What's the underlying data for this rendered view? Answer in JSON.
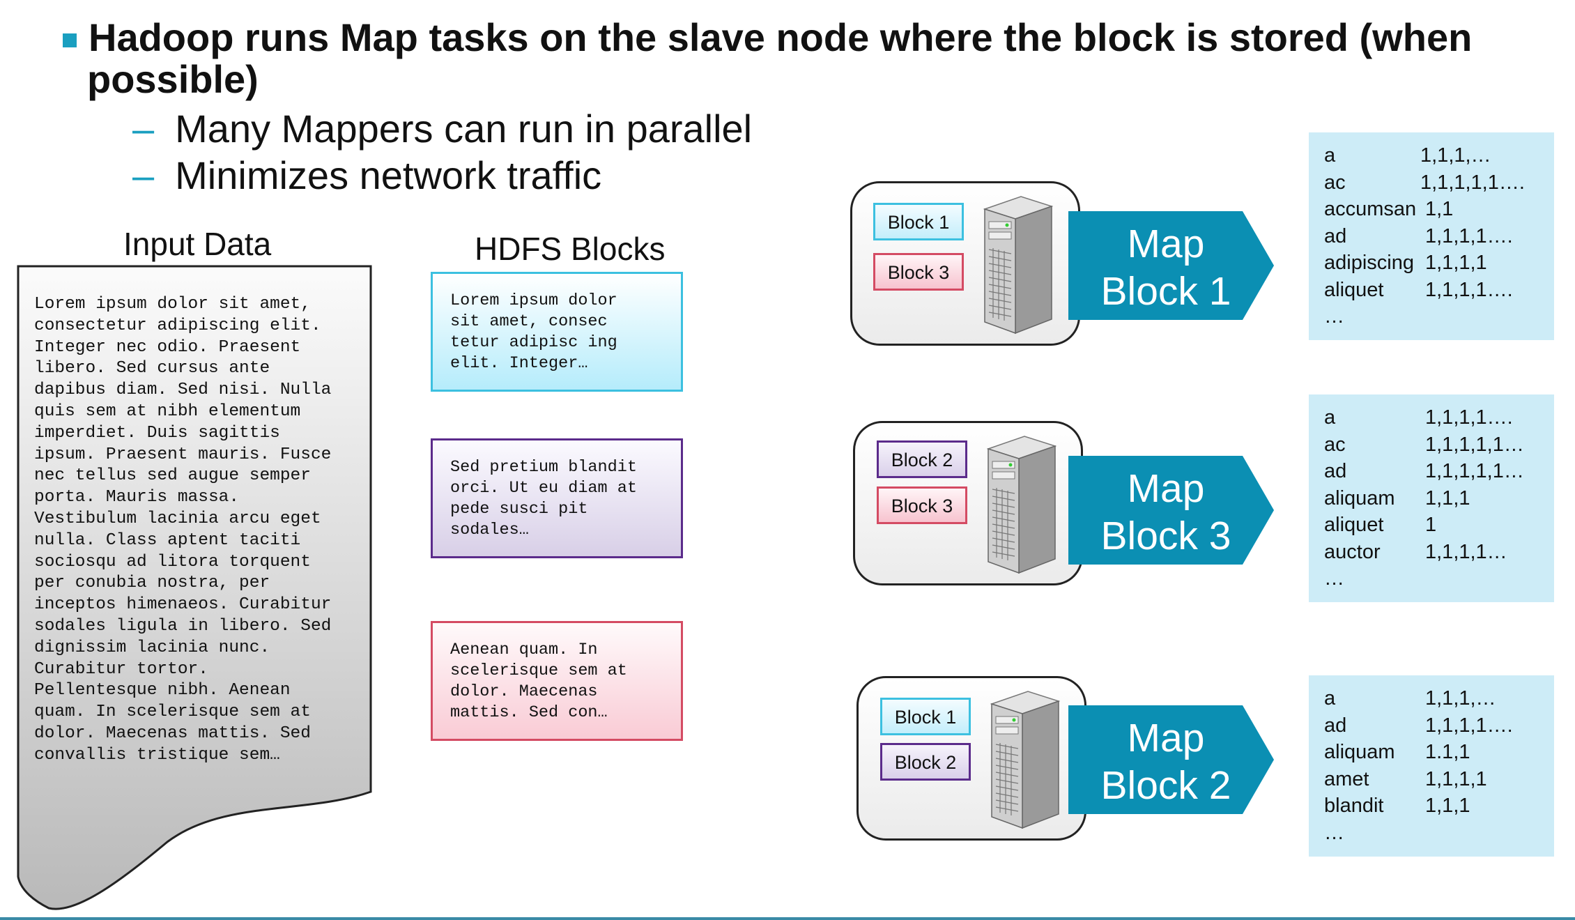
{
  "slide": {
    "bullet": "Hadoop runs Map tasks on the slave node where the block is stored (when",
    "bullet_cont": "possible)",
    "sub_bullets": [
      "Many Mappers can run in parallel",
      "Minimizes network traffic"
    ],
    "sub_dash": "–"
  },
  "input_data": {
    "title": "Input Data",
    "lines": [
      "Lorem ipsum dolor sit amet,",
      "consectetur adipiscing elit.",
      "Integer nec odio. Praesent",
      "libero. Sed cursus ante",
      "dapibus diam. Sed nisi. Nulla",
      "quis sem at nibh elementum",
      "imperdiet. Duis sagittis",
      "ipsum. Praesent mauris. Fusce",
      "nec tellus sed augue semper",
      "porta. Mauris massa.",
      "Vestibulum lacinia arcu eget",
      "nulla. Class aptent taciti",
      "sociosqu ad litora torquent",
      "per conubia nostra, per",
      "inceptos himenaeos. Curabitur",
      "sodales ligula in libero. Sed",
      "dignissim lacinia nunc.",
      "Curabitur tortor.",
      "Pellentesque nibh. Aenean",
      "quam. In scelerisque sem at",
      "dolor. Maecenas mattis. Sed",
      "convallis tristique sem…"
    ]
  },
  "hdfs": {
    "title": "HDFS Blocks",
    "blocks": [
      {
        "text": "Lorem ipsum dolor\nsit amet, consec\ntetur adipisc ing\nelit. Integer…",
        "color": "#3cc0e0"
      },
      {
        "text": "Sed pretium blandit\norci. Ut eu diam at\npede susci pit\nsodales…",
        "color": "#5b2b8b"
      },
      {
        "text": "Aenean quam. In\nscelerisque sem at\ndolor. Maecenas\nmattis. Sed con…",
        "color": "#d44b63"
      }
    ]
  },
  "nodes": [
    {
      "tags": [
        "Block 1",
        "Block 3"
      ],
      "map_title": "Map",
      "map_block": "Block 1"
    },
    {
      "tags": [
        "Block 2",
        "Block 3"
      ],
      "map_title": "Map",
      "map_block": "Block 3"
    },
    {
      "tags": [
        "Block 1",
        "Block 2"
      ],
      "map_title": "Map",
      "map_block": "Block 2"
    }
  ],
  "outputs": [
    [
      [
        "a",
        "1,1,1,…"
      ],
      [
        "ac",
        "1,1,1,1,1…."
      ],
      [
        "accumsan",
        "1,1"
      ],
      [
        "ad",
        "1,1,1,1…."
      ],
      [
        "adipiscing",
        "1,1,1,1"
      ],
      [
        "aliquet",
        "1,1,1,1…."
      ],
      [
        "…",
        ""
      ]
    ],
    [
      [
        "a",
        "1,1,1,1…."
      ],
      [
        "ac",
        "1,1,1,1,1…"
      ],
      [
        "ad",
        "1,1,1,1,1…"
      ],
      [
        "aliquam",
        "1,1,1"
      ],
      [
        "aliquet",
        "1"
      ],
      [
        "auctor",
        "1,1,1,1…"
      ],
      [
        "…",
        ""
      ]
    ],
    [
      [
        "a",
        "1,1,1,…"
      ],
      [
        "ad",
        "1,1,1,1…."
      ],
      [
        "aliquam",
        "1.1,1"
      ],
      [
        "amet",
        "1,1,1,1"
      ],
      [
        "blandit",
        "1,1,1"
      ],
      [
        "…",
        ""
      ]
    ]
  ],
  "colors": {
    "accent": "#1a9fc0",
    "map_arrow": "#0b8fb3",
    "output_panel": "#cdecf7",
    "block1": "#3cc0e0",
    "block2": "#5b2b8b",
    "block3": "#d44b63"
  },
  "icons": {
    "server": "server-tower-icon",
    "bullet": "square-bullet-icon"
  }
}
